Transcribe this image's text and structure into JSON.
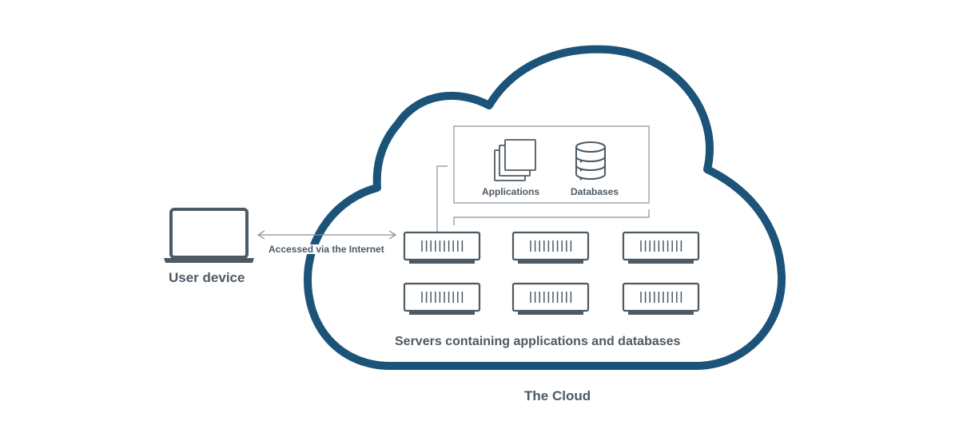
{
  "diagram": {
    "user_device_label": "User device",
    "connection_label": "Accessed via the Internet",
    "applications_label": "Applications",
    "databases_label": "Databases",
    "servers_label": "Servers containing applications and databases",
    "cloud_label": "The Cloud",
    "server_count": 6
  },
  "colors": {
    "cloud_outline": "#1c5379",
    "icon_stroke": "#4d5963",
    "frame_line": "#8a9298",
    "text": "#4d5963"
  },
  "icons": [
    "laptop-icon",
    "applications-icon",
    "database-icon",
    "server-icon"
  ]
}
